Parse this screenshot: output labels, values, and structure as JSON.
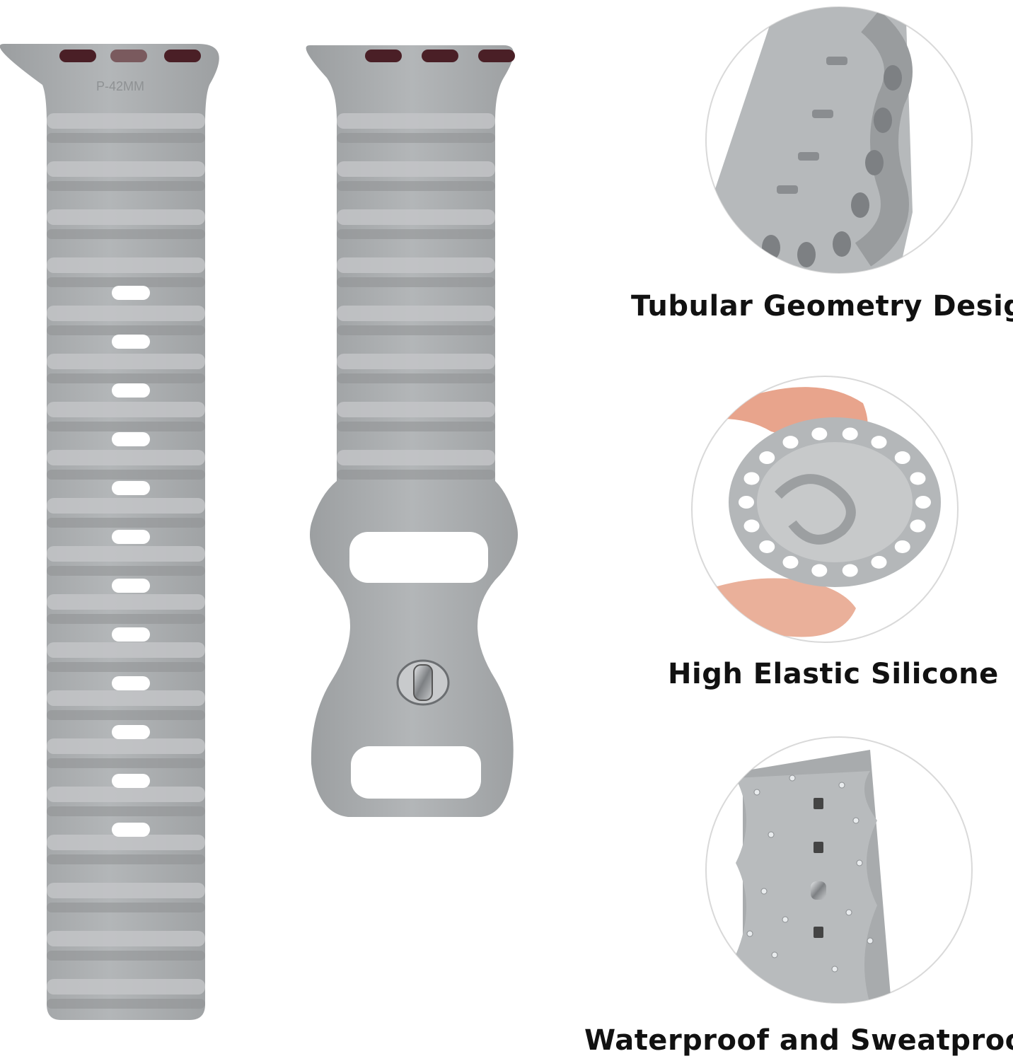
{
  "colors": {
    "band": "#a9acae",
    "band_light": "#c3c5c7",
    "band_dark": "#8e9193",
    "lug": "#4a1f26",
    "steel": "#8a8d90",
    "skin": "#e8a48c",
    "circle_border": "#d9d9d9",
    "text": "#111111"
  },
  "band_left": {
    "size_marking": "P-42MM",
    "adjustment_holes": 12
  },
  "band_right": {
    "pin_icon": "steel-pin-buckle-icon"
  },
  "features": [
    {
      "caption": "Tubular Geometry Design",
      "icon": "tubular-geometry-icon"
    },
    {
      "caption": "High Elastic Silicone",
      "icon": "elastic-silicone-icon"
    },
    {
      "caption": "Waterproof and Sweatproof",
      "icon": "waterproof-icon"
    }
  ]
}
